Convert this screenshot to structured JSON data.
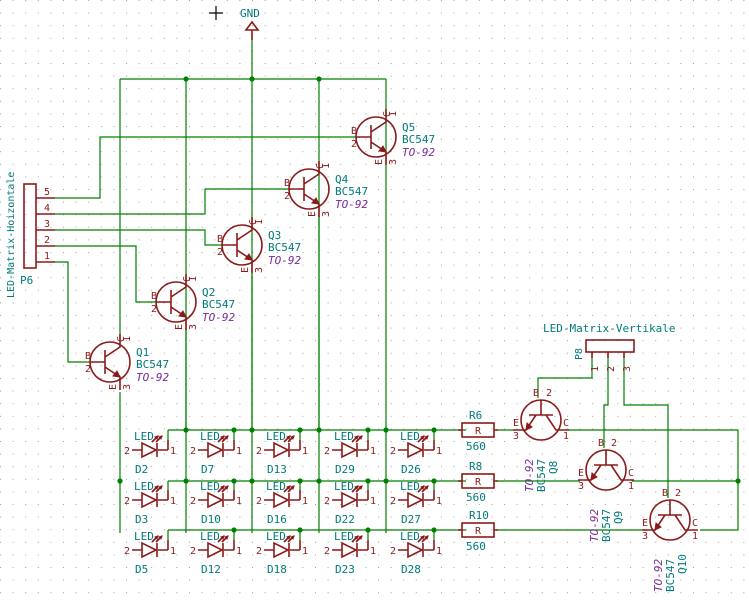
{
  "power": {
    "gnd_label": "GND"
  },
  "connectors": {
    "horizontal": {
      "ref": "P6",
      "value": "LED-Matrix-Hoizontale",
      "pins": [
        "5",
        "4",
        "3",
        "2",
        "1"
      ]
    },
    "vertical": {
      "ref": "P8",
      "value": "LED-Matrix-Vertikale",
      "pins": [
        "1",
        "2",
        "3"
      ]
    }
  },
  "transistors": [
    {
      "ref": "Q1",
      "value": "BC547",
      "package": "TO-92",
      "pin_b": "B",
      "pin_c": "C",
      "pin_e": "E",
      "num_b": "2",
      "num_c": "1",
      "num_e": "3"
    },
    {
      "ref": "Q2",
      "value": "BC547",
      "package": "TO-92",
      "pin_b": "B",
      "pin_c": "C",
      "pin_e": "E",
      "num_b": "2",
      "num_c": "1",
      "num_e": "3"
    },
    {
      "ref": "Q3",
      "value": "BC547",
      "package": "TO-92",
      "pin_b": "B",
      "pin_c": "C",
      "pin_e": "E",
      "num_b": "2",
      "num_c": "1",
      "num_e": "3"
    },
    {
      "ref": "Q4",
      "value": "BC547",
      "package": "TO-92",
      "pin_b": "B",
      "pin_c": "C",
      "pin_e": "E",
      "num_b": "2",
      "num_c": "1",
      "num_e": "3"
    },
    {
      "ref": "Q5",
      "value": "BC547",
      "package": "TO-92",
      "pin_b": "B",
      "pin_c": "C",
      "pin_e": "E",
      "num_b": "2",
      "num_c": "1",
      "num_e": "3"
    },
    {
      "ref": "Q8",
      "value": "BC547",
      "package": "TO-92",
      "pin_b": "B",
      "pin_c": "C",
      "pin_e": "E",
      "num_b": "2",
      "num_c": "1",
      "num_e": "3"
    },
    {
      "ref": "Q9",
      "value": "BC547",
      "package": "TO-92",
      "pin_b": "B",
      "pin_c": "C",
      "pin_e": "E",
      "num_b": "2",
      "num_c": "1",
      "num_e": "3"
    },
    {
      "ref": "Q10",
      "value": "BC547",
      "package": "TO-92",
      "pin_b": "B",
      "pin_c": "C",
      "pin_e": "E",
      "num_b": "2",
      "num_c": "1",
      "num_e": "3"
    }
  ],
  "resistors": [
    {
      "ref": "R6",
      "value": "560",
      "body": "R"
    },
    {
      "ref": "R8",
      "value": "560",
      "body": "R"
    },
    {
      "ref": "R10",
      "value": "560",
      "body": "R"
    }
  ],
  "led_value": "LED",
  "led_pin_a": "2",
  "led_pin_k": "1",
  "leds": [
    [
      "D2",
      "D7",
      "D13",
      "D29",
      "D26"
    ],
    [
      "D3",
      "D10",
      "D16",
      "D22",
      "D27"
    ],
    [
      "D5",
      "D12",
      "D18",
      "D23",
      "D28"
    ]
  ]
}
